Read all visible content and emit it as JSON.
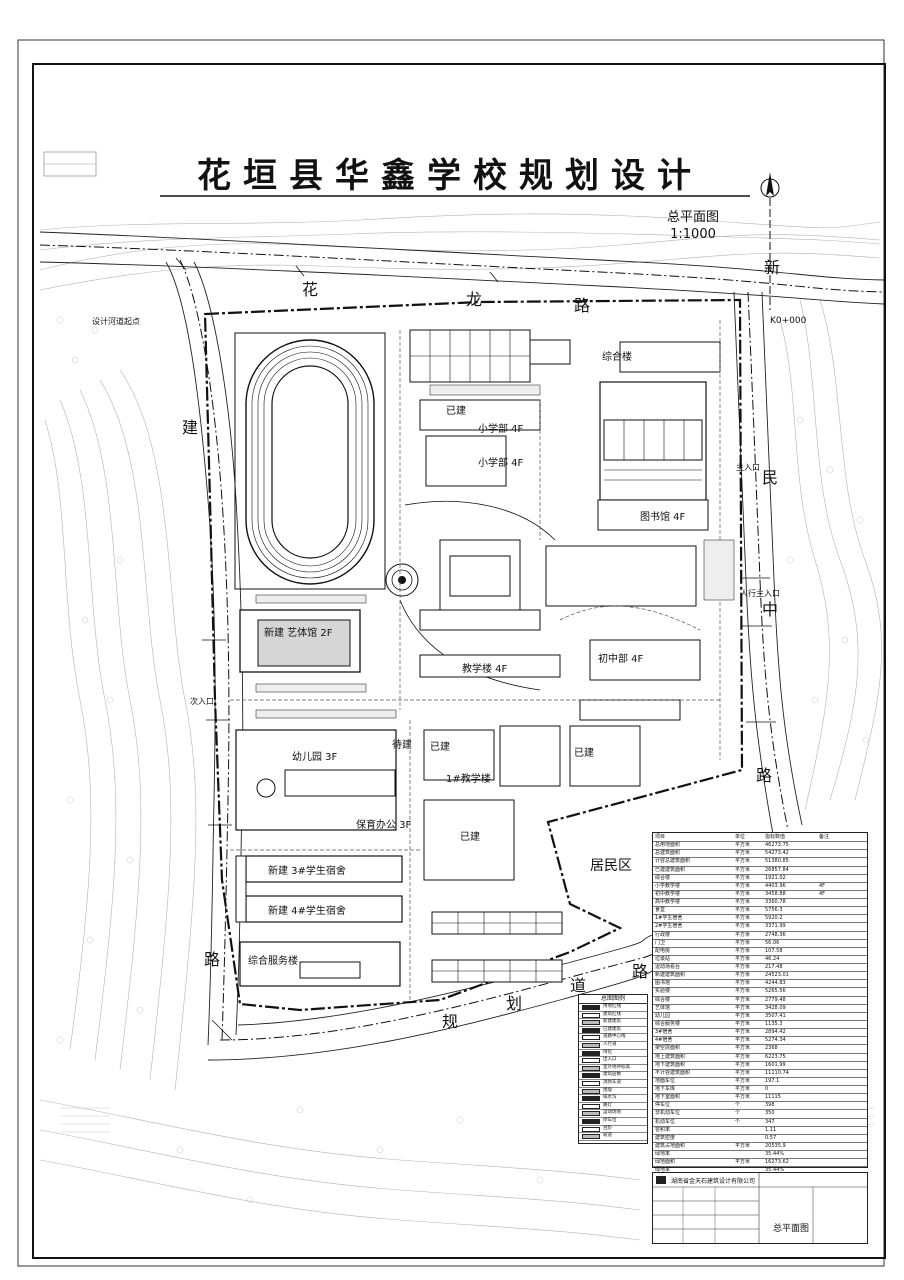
{
  "drawing": {
    "title": "花垣县华鑫学校规划设计",
    "subtitle_line1": "总平面图",
    "subtitle_line2": "1:1000"
  },
  "roads": {
    "north": [
      "花",
      "龙",
      "路"
    ],
    "west": [
      "建",
      "路"
    ],
    "east_top": [
      "新"
    ],
    "east_mid": [
      "民",
      "中",
      "路"
    ],
    "south": [
      "规",
      "划",
      "道",
      "路"
    ]
  },
  "stations": {
    "k0": "K0+000",
    "start": "设计河道起点",
    "entrance_main": "主入口",
    "entrance_side": "次入口",
    "entrance_right": "人行主入口"
  },
  "buildings": {
    "primary1": "小学部 4F",
    "primary2": "小学部 4F",
    "existing1": "已建",
    "existing2": "已建",
    "existing3": "已建",
    "existing4": "已建",
    "canteen": "综合楼",
    "art": "新建 艺体馆 2F",
    "kinder": "幼儿园 3F",
    "dorm1": "新建 3#学生宿舍",
    "dorm2": "新建 4#学生宿舍",
    "logistics": "综合服务楼",
    "junior": "初中部 4F",
    "teaching": "教学楼 4F",
    "library": "图书馆 4F",
    "office": "保育办公 3F",
    "pool": "1#教学楼",
    "demolish": "待建",
    "residential": "居民区"
  },
  "legend": {
    "title": "总图图例",
    "rows": [
      "用地红线",
      "建筑红线",
      "新建建筑",
      "已建建筑",
      "道路中心线",
      "人行道",
      "绿化",
      "出入口",
      "室外地坪标高",
      "建筑层数",
      "消防车道",
      "围墙",
      "排水沟",
      "路灯",
      "运动场地",
      "停车位",
      "台阶",
      "坡道"
    ]
  },
  "econ_table": {
    "header": [
      "项目",
      "单位",
      "指标数值",
      "备注"
    ],
    "rows": [
      [
        "总用地面积",
        "平方米",
        "46273.75",
        ""
      ],
      [
        "总建筑面积",
        "平方米",
        "54273.42",
        ""
      ],
      [
        "计容总建筑面积",
        "平方米",
        "51380.85",
        ""
      ],
      [
        "已建建筑面积",
        "平方米",
        "26857.84",
        ""
      ],
      [
        "综合楼",
        "平方米",
        "1921.02",
        ""
      ],
      [
        "小学教学楼",
        "平方米",
        "4403.96",
        "4F"
      ],
      [
        "初中教学楼",
        "平方米",
        "3458.88",
        "4F"
      ],
      [
        "高中教学楼",
        "平方米",
        "3360.78",
        ""
      ],
      [
        "食堂",
        "平方米",
        "5756.3",
        ""
      ],
      [
        "1#学生宿舍",
        "平方米",
        "5920.2",
        ""
      ],
      [
        "2#学生宿舍",
        "平方米",
        "3371.99",
        ""
      ],
      [
        "行政楼",
        "平方米",
        "2748.36",
        ""
      ],
      [
        "门卫",
        "平方米",
        "56.06",
        ""
      ],
      [
        "配电房",
        "平方米",
        "107.58",
        ""
      ],
      [
        "垃圾站",
        "平方米",
        "46.24",
        ""
      ],
      [
        "运动场看台",
        "平方米",
        "217.48",
        ""
      ],
      [
        "新建建筑面积",
        "平方米",
        "24523.01",
        ""
      ],
      [
        "图书馆",
        "平方米",
        "4244.83",
        ""
      ],
      [
        "实验楼",
        "平方米",
        "5265.56",
        ""
      ],
      [
        "综合楼",
        "平方米",
        "2779.48",
        ""
      ],
      [
        "艺体馆",
        "平方米",
        "3428.09",
        ""
      ],
      [
        "幼儿园",
        "平方米",
        "3507.41",
        ""
      ],
      [
        "综合服务楼",
        "平方米",
        "1135.3",
        ""
      ],
      [
        "3#宿舍",
        "平方米",
        "2894.42",
        ""
      ],
      [
        "4#宿舍",
        "平方米",
        "5274.34",
        ""
      ],
      [
        "架空层面积",
        "平方米",
        "2368",
        ""
      ],
      [
        "地上建筑面积",
        "平方米",
        "6223.75",
        ""
      ],
      [
        "地下建筑面积",
        "平方米",
        "1601.99",
        ""
      ],
      [
        "不计容建筑面积",
        "平方米",
        "11110.74",
        ""
      ],
      [
        "地面车位",
        "平方米",
        "197.1",
        ""
      ],
      [
        "地下车库",
        "平方米",
        "0",
        ""
      ],
      [
        "地下室面积",
        "平方米",
        "11115",
        ""
      ],
      [
        "停车位",
        "个",
        "398",
        ""
      ],
      [
        "非机动车位",
        "个",
        "350",
        ""
      ],
      [
        "机动车位",
        "个",
        "347",
        ""
      ],
      [
        "容积率",
        "",
        "1.11",
        ""
      ],
      [
        "建筑密度",
        "",
        "0.57",
        ""
      ],
      [
        "建筑占地面积",
        "平方米",
        "20535.9",
        ""
      ],
      [
        "绿地率",
        "",
        "35.44%",
        ""
      ],
      [
        "绿地面积",
        "平方米",
        "16273.62",
        ""
      ],
      [
        "绿地率",
        "",
        "35.44%",
        ""
      ]
    ]
  },
  "titleblock": {
    "company": "湖南省金天石建筑设计有限公司",
    "sheet_name": "总平面图"
  },
  "colors": {
    "ink": "#111111",
    "line": "#222222",
    "faint": "#9a9a9a"
  }
}
